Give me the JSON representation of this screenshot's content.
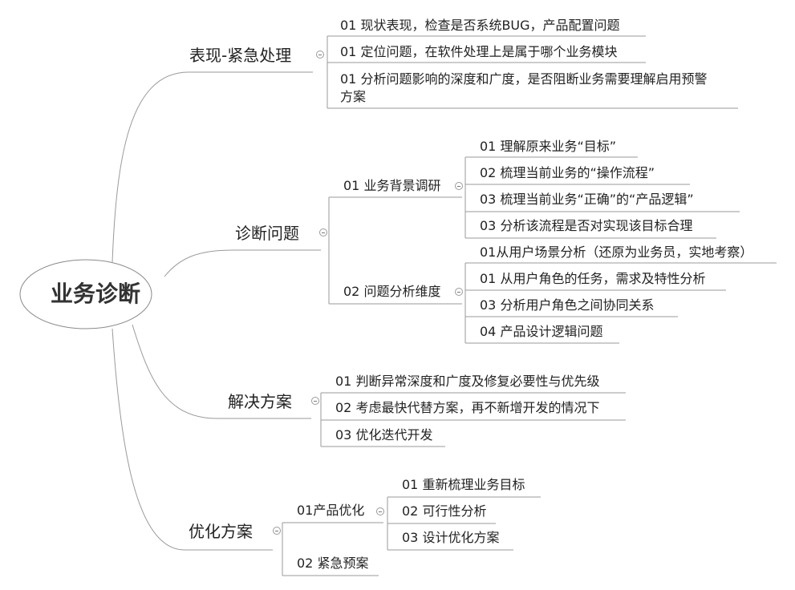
{
  "root": {
    "label": "业务诊断"
  },
  "branches": [
    {
      "label": "表现-紧急处理",
      "items": [
        "01 现状表现，检查是否系统BUG，产品配置问题",
        "01 定位问题，在软件处理上是属于哪个业务模块",
        "01 分析问题影响的深度和广度，是否阻断业务需要理解启用预警",
        "方案"
      ]
    },
    {
      "label": "诊断问题",
      "subgroups": [
        {
          "label": "01 业务背景调研",
          "items": [
            "01 理解原来业务“目标”",
            "02 梳理当前业务的“操作流程”",
            "03 梳理当前业务“正确”的“产品逻辑”",
            "03 分析该流程是否对实现该目标合理"
          ]
        },
        {
          "label": "02 问题分析维度",
          "items": [
            "01从用户场景分析（还原为业务员，实地考察）",
            "01 从用户角色的任务，需求及特性分析",
            "03 分析用户角色之间协同关系",
            "04 产品设计逻辑问题"
          ]
        }
      ]
    },
    {
      "label": "解决方案",
      "items": [
        "01 判断异常深度和广度及修复必要性与优先级",
        "02 考虑最快代替方案，再不新增开发的情况下",
        "03 优化迭代开发"
      ]
    },
    {
      "label": "优化方案",
      "subgroups": [
        {
          "label": "01产品优化",
          "items": [
            "01 重新梳理业务目标",
            "02 可行性分析",
            "03 设计优化方案"
          ]
        },
        {
          "label": "02 紧急预案",
          "items": []
        }
      ]
    }
  ]
}
